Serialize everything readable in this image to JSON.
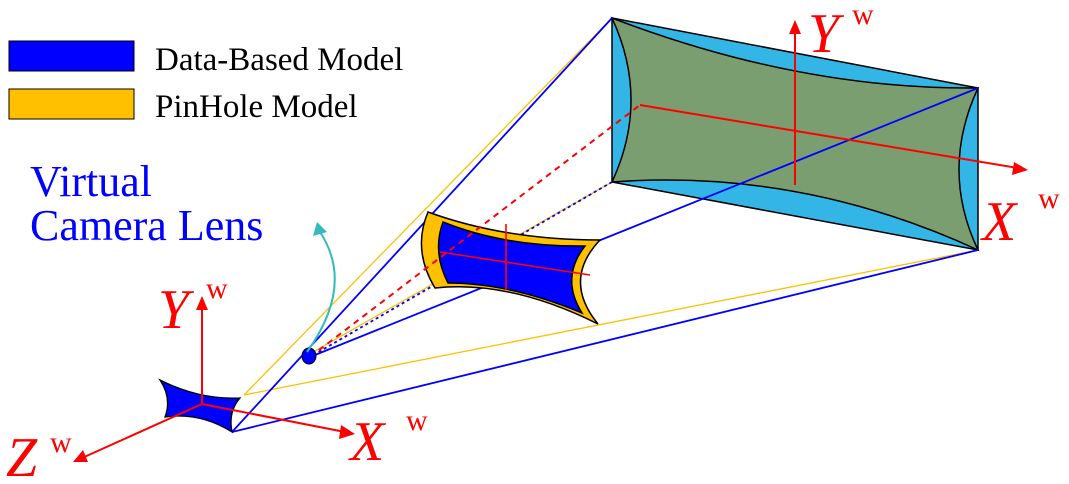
{
  "legend": {
    "items": [
      {
        "label": "Data-Based Model",
        "color": "#0000ff"
      },
      {
        "label": "PinHole Model",
        "color": "#ffc000"
      }
    ]
  },
  "lens_label": {
    "line1": "Virtual",
    "line2": "Camera Lens"
  },
  "axes": {
    "far": {
      "y": "Y",
      "x": "X",
      "sup": "w"
    },
    "near": {
      "y": "Y",
      "x": "X",
      "z": "Z",
      "sup": "w"
    }
  },
  "colors": {
    "data_based": "#0000ff",
    "pinhole": "#ffc000",
    "far_plane_fill": "#33b5e5",
    "far_overlap_fill": "#7a9e70",
    "axis": "#ff0000",
    "lens_arrow": "#33bbbb"
  }
}
